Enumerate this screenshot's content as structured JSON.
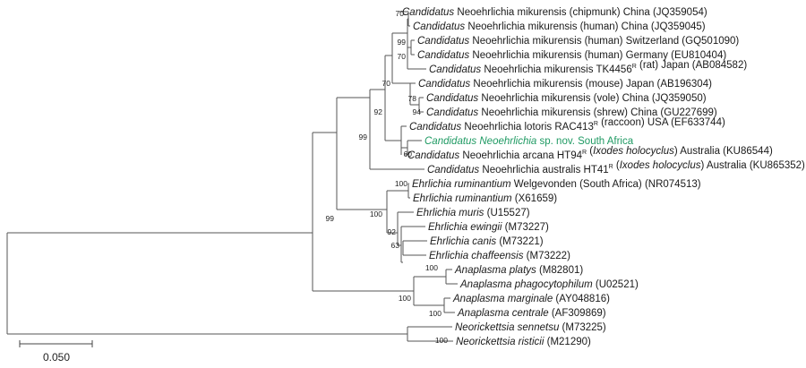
{
  "colors": {
    "highlight": "#1f9a63",
    "branch": "#555555",
    "text": "#1a1a1a"
  },
  "scale_bar": {
    "value": "0.050"
  },
  "taxa": [
    {
      "parts": [
        [
          "Candidatus",
          "i"
        ],
        [
          " Neoehrlichia mikurensis (chipmunk) China (JQ359054)",
          ""
        ]
      ]
    },
    {
      "parts": [
        [
          "Candidatus",
          "i"
        ],
        [
          " Neoehrlichia mikurensis (human)  China (JQ359045)",
          ""
        ]
      ]
    },
    {
      "parts": [
        [
          "Candidatus",
          "i"
        ],
        [
          " Neoehrlichia mikurensis (human) Switzerland (GQ501090)",
          ""
        ]
      ]
    },
    {
      "parts": [
        [
          "Candidatus",
          "i"
        ],
        [
          " Neoehrlichia mikurensis (human) Germany (EU810404)",
          ""
        ]
      ]
    },
    {
      "parts": [
        [
          "Candidatus",
          "i"
        ],
        [
          " Neoehrlichia mikurensis TK4456",
          ""
        ],
        [
          "R",
          "s"
        ],
        [
          " (rat) Japan (AB084582)",
          ""
        ]
      ]
    },
    {
      "parts": [
        [
          "Candidatus",
          "i"
        ],
        [
          " Neoehrlichia mikurensis (mouse) Japan (AB196304)",
          ""
        ]
      ]
    },
    {
      "parts": [
        [
          "Candidatus",
          "i"
        ],
        [
          " Neoehrlichia mikurensis (vole) China (JQ359050)",
          ""
        ]
      ]
    },
    {
      "parts": [
        [
          "Candidatus",
          "i"
        ],
        [
          " Neoehrlichia mikurensis (shrew) China (GU227699)",
          ""
        ]
      ]
    },
    {
      "parts": [
        [
          "Candidatus",
          "i"
        ],
        [
          " Neoehrlichia lotoris RAC413",
          ""
        ],
        [
          "R",
          "s"
        ],
        [
          " (raccoon) USA (EF633744)",
          ""
        ]
      ]
    },
    {
      "parts": [
        [
          "Candidatus Neoehrlichia",
          "i"
        ],
        [
          " sp. nov. South Africa",
          ""
        ]
      ],
      "highlight": true
    },
    {
      "parts": [
        [
          "Candidatus",
          "i"
        ],
        [
          " Neoehrlichia arcana HT94",
          ""
        ],
        [
          "R",
          "s"
        ],
        [
          " (",
          ""
        ],
        [
          "Ixodes holocyclus",
          "i"
        ],
        [
          ") Australia (KU86544)",
          ""
        ]
      ]
    },
    {
      "parts": [
        [
          "Candidatus",
          "i"
        ],
        [
          " Neoehrlichia australis HT41",
          ""
        ],
        [
          "R",
          "s"
        ],
        [
          " (",
          ""
        ],
        [
          "Ixodes holocyclus",
          "i"
        ],
        [
          ") Australia (KU865352)",
          ""
        ]
      ]
    },
    {
      "parts": [
        [
          "Ehrlichia ruminantium",
          "i"
        ],
        [
          " Welgevonden (South Africa) (NR074513)",
          ""
        ]
      ]
    },
    {
      "parts": [
        [
          "Ehrlichia ruminantium",
          "i"
        ],
        [
          " (X61659)",
          ""
        ]
      ]
    },
    {
      "parts": [
        [
          "Ehrlichia muris",
          "i"
        ],
        [
          " (U15527)",
          ""
        ]
      ]
    },
    {
      "parts": [
        [
          "Ehrlichia ewingii",
          "i"
        ],
        [
          " (M73227)",
          ""
        ]
      ]
    },
    {
      "parts": [
        [
          "Ehrlichia canis",
          "i"
        ],
        [
          " (M73221)",
          ""
        ]
      ]
    },
    {
      "parts": [
        [
          "Ehrlichia chaffeensis",
          "i"
        ],
        [
          " (M73222)",
          ""
        ]
      ]
    },
    {
      "parts": [
        [
          "Anaplasma platys",
          "i"
        ],
        [
          " (M82801)",
          ""
        ]
      ]
    },
    {
      "parts": [
        [
          "Anaplasma phagocytophilum",
          "i"
        ],
        [
          " (U02521)",
          ""
        ]
      ]
    },
    {
      "parts": [
        [
          "Anaplasma marginale",
          "i"
        ],
        [
          " (AY048816)",
          ""
        ]
      ]
    },
    {
      "parts": [
        [
          "Anaplasma centrale",
          "i"
        ],
        [
          " (AF309869)",
          ""
        ]
      ]
    },
    {
      "parts": [
        [
          "Neorickettsia sennetsu",
          "i"
        ],
        [
          " (M73225)",
          ""
        ]
      ]
    },
    {
      "parts": [
        [
          "Neorickettsia risticii",
          "i"
        ],
        [
          " (M21290)",
          ""
        ]
      ]
    }
  ],
  "bootstrap": {
    "n1": "70",
    "n2": "99",
    "n3": "70",
    "n4": "78",
    "n5": "94",
    "n6": "70",
    "n7": "92",
    "n8": "60",
    "n9": "99",
    "n10": "100",
    "n11": "92",
    "n12": "63",
    "n13": "100",
    "n14": "99",
    "n15": "100",
    "n16": "100",
    "n17": "100",
    "n18": "100"
  }
}
